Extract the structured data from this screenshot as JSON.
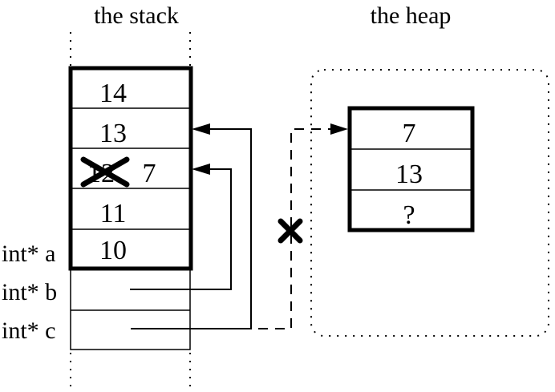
{
  "colors": {
    "ink": "#000000",
    "background": "#ffffff"
  },
  "titles": {
    "stack": "the stack",
    "heap": "the heap"
  },
  "stack": {
    "rows": [
      {
        "value": "14"
      },
      {
        "value": "13"
      },
      {
        "value": "12",
        "crossed_out": true,
        "new_value": "7"
      },
      {
        "value": "11"
      },
      {
        "value": "10"
      }
    ],
    "pointer_labels": [
      {
        "label": "int* a"
      },
      {
        "label": "int* b"
      },
      {
        "label": "int* c"
      }
    ]
  },
  "heap": {
    "rows": [
      {
        "value": "7"
      },
      {
        "value": "13"
      },
      {
        "value": "?"
      }
    ]
  },
  "marks": {
    "crossed_out_value_icon": "x-mark",
    "invalidated_pointer_icon": "x-mark"
  }
}
